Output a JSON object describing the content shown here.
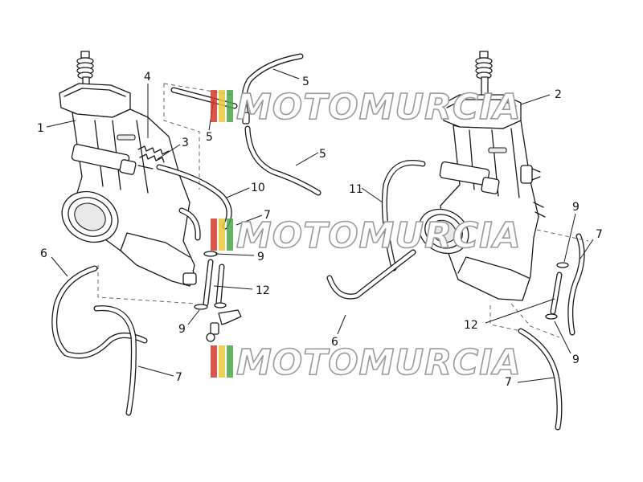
{
  "watermark": {
    "text": "MOTOMURCIA",
    "stripe_colors": [
      "#d23a2a",
      "#e8c83a",
      "#46a84a"
    ]
  },
  "callouts": [
    {
      "id": "c1",
      "text": "1"
    },
    {
      "id": "c2",
      "text": "2"
    },
    {
      "id": "c3",
      "text": "3"
    },
    {
      "id": "c4",
      "text": "4"
    },
    {
      "id": "c5a",
      "text": "5"
    },
    {
      "id": "c5b",
      "text": "5"
    },
    {
      "id": "c5c",
      "text": "5"
    },
    {
      "id": "c6a",
      "text": "6"
    },
    {
      "id": "c6b",
      "text": "6"
    },
    {
      "id": "c7a",
      "text": "7"
    },
    {
      "id": "c7b",
      "text": "7"
    },
    {
      "id": "c7c",
      "text": "7"
    },
    {
      "id": "c7d",
      "text": "7"
    },
    {
      "id": "c9a",
      "text": "9"
    },
    {
      "id": "c9b",
      "text": "9"
    },
    {
      "id": "c9c",
      "text": "9"
    },
    {
      "id": "c9d",
      "text": "9"
    },
    {
      "id": "c10",
      "text": "10"
    },
    {
      "id": "c11",
      "text": "11"
    },
    {
      "id": "c12a",
      "text": "12"
    },
    {
      "id": "c12b",
      "text": "12"
    }
  ]
}
